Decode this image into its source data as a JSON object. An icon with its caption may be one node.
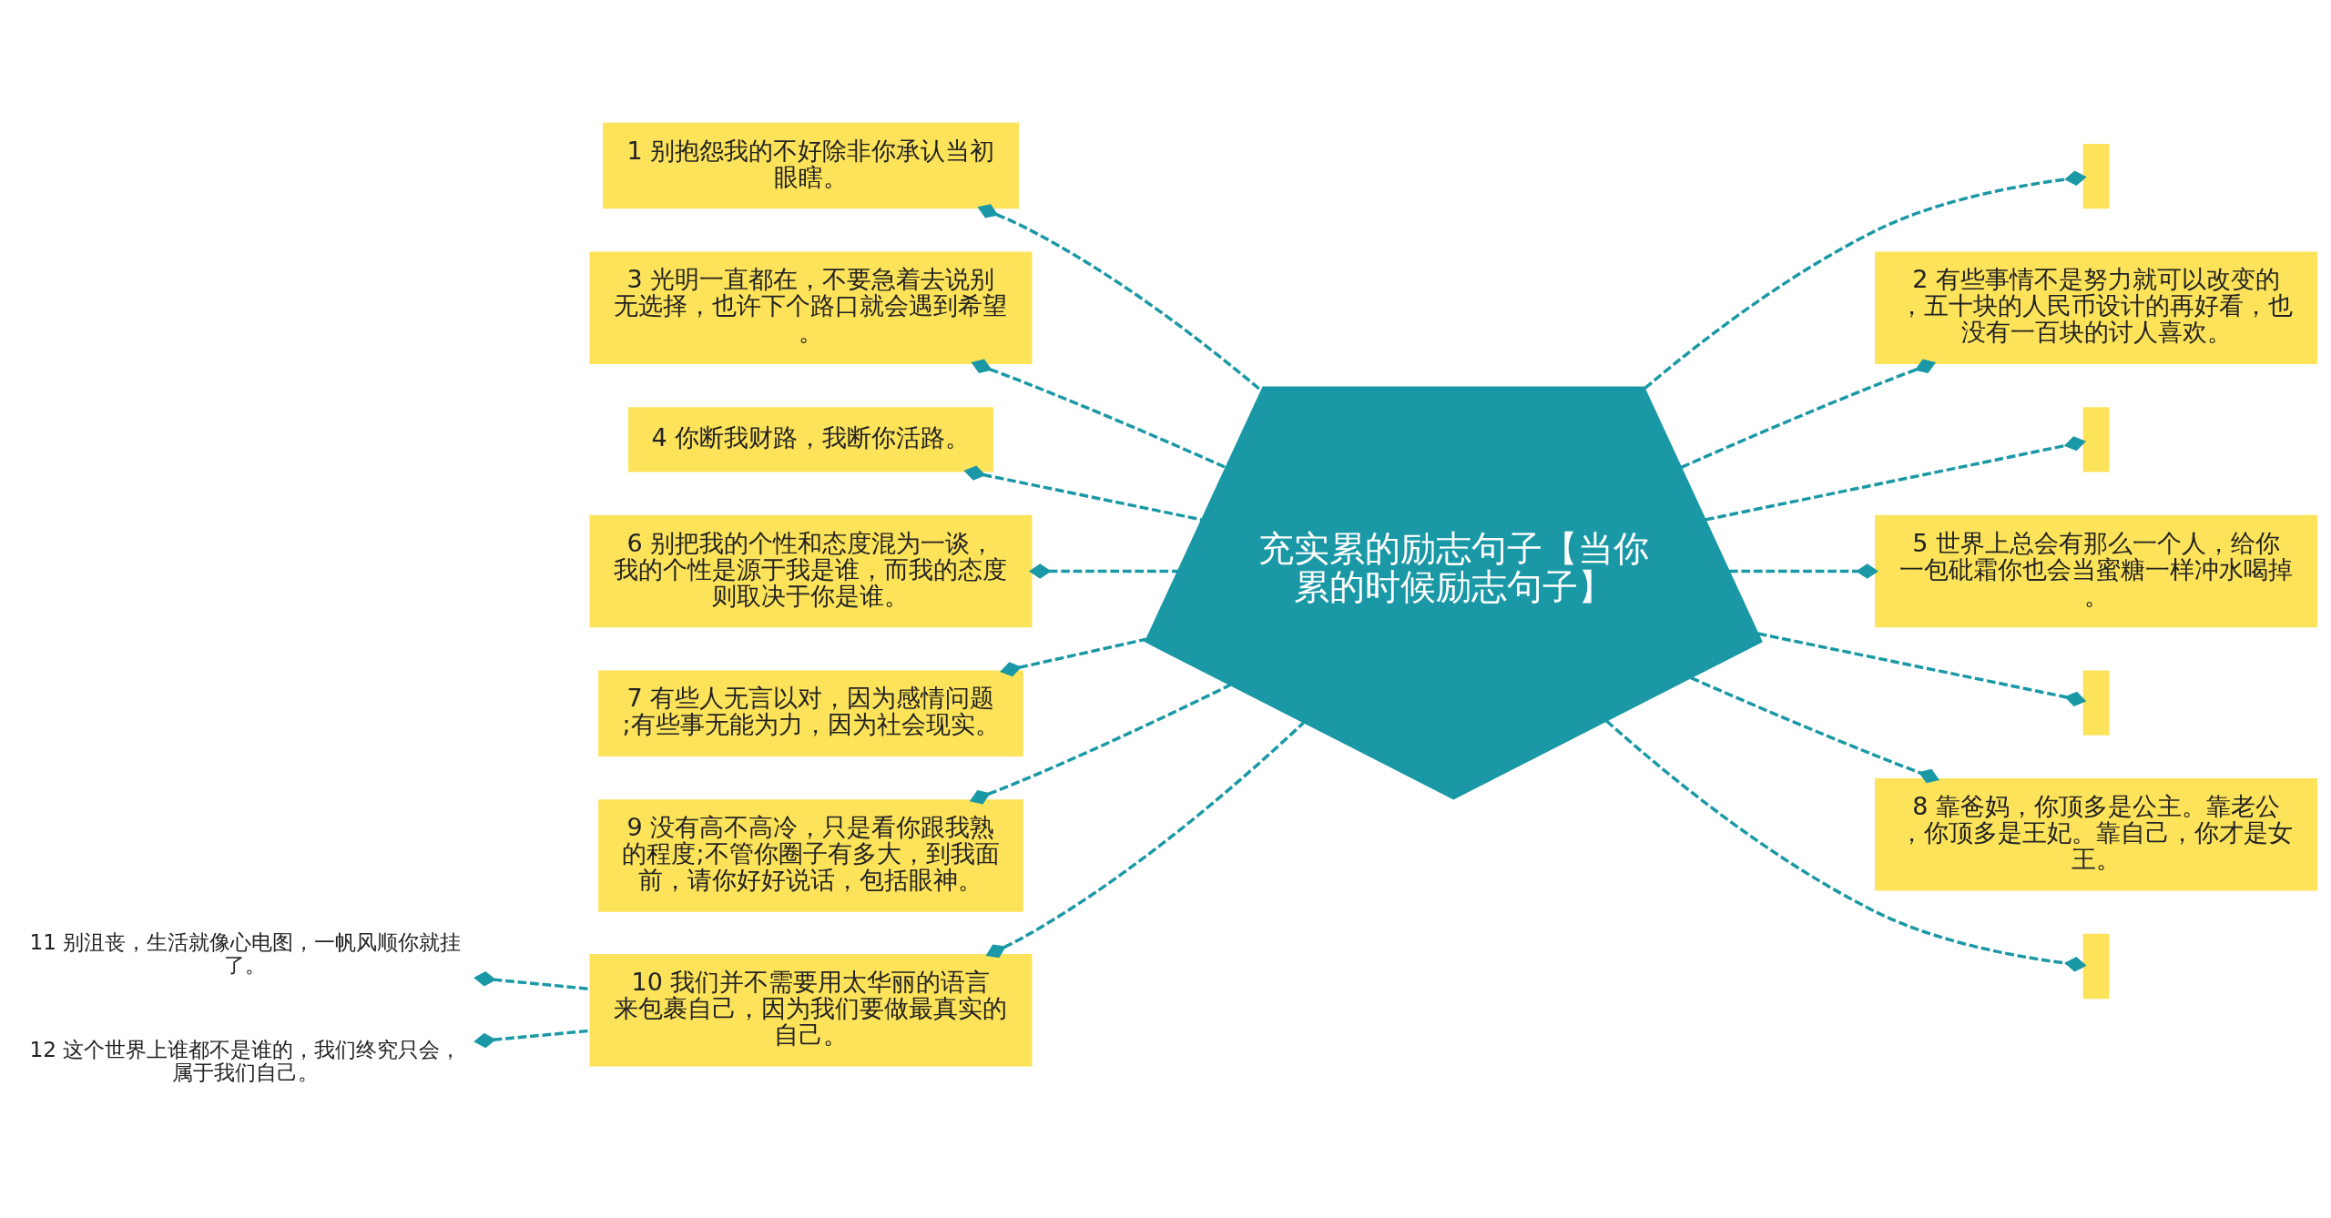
{
  "diagram": {
    "nodes": [
      {
        "text": [
          "充实累的励志句子【当你累的时候励志句子】"
        ]
      },
      {
        "text": [
          "1 别抱怨我的不好除非你承认当初眼瞎。"
        ]
      },
      {
        "text": [
          "3 光明一直都在，不要急着去说别无选择，也许下个路口就会遇到希望。"
        ]
      },
      {
        "text": [
          "4 你断我财路，我断你活路。"
        ]
      },
      {
        "text": [
          "6 别把我的个性和态度混为一谈，我的个性是源于我是谁，而我的态度则取决于你是谁。"
        ]
      },
      {
        "text": [
          "7 有些人无言以对，因为感情问题;有些事无能为力，因为社会现实。"
        ]
      },
      {
        "text": [
          "9 没有高不高冷，只是看你跟我熟的程度;不管你圈子有多大，到我面前，请你好好说话，包括眼神。"
        ]
      },
      {
        "text": [
          "10 我们并不需要用太华丽的语言来包裹自己，因为我们要做最真实的自己。"
        ]
      },
      {
        "text": [
          "11 别沮丧，生活就像心电图，一帆风顺你就挂了。"
        ]
      },
      {
        "text": [
          "12 这个世界上谁都不是谁的，我们终究只会，属于我们自己。"
        ]
      },
      {
        "text": [],
        "shape": "box"
      },
      {
        "text": [
          "2 有些事情不是努力就可以改变的，五十块的人民币设计的再好看，也没有一百块的讨人喜欢。"
        ]
      },
      {
        "text": [],
        "shape": "box"
      },
      {
        "text": [
          "5 世界上总会有那么一个人，给你一包砒霜你也会当蜜糖一样冲水喝掉。"
        ]
      },
      {
        "text": [],
        "shape": "box"
      },
      {
        "text": [
          "8 靠爸妈，你顶多是公主。靠老公，你顶多是王妃。靠自己，你才是女王。"
        ]
      },
      {
        "text": [],
        "shape": "box"
      }
    ],
    "edges": [
      {
        "from": 0,
        "to": 1,
        "arrow": "other",
        "style": "dashed"
      },
      {
        "from": 0,
        "to": 2,
        "arrow": "other",
        "style": "dashed"
      },
      {
        "from": 0,
        "to": 3,
        "arrow": "other",
        "style": "dashed"
      },
      {
        "from": 0,
        "to": 4,
        "arrow": "other",
        "style": "dashed"
      },
      {
        "from": 0,
        "to": 5,
        "arrow": "other",
        "style": "dashed"
      },
      {
        "from": 0,
        "to": 6,
        "arrow": "other",
        "style": "dashed"
      },
      {
        "from": 0,
        "to": 7,
        "arrow": "other",
        "style": "dashed"
      },
      {
        "from": 7,
        "to": 8,
        "arrow": "other",
        "style": "dashed"
      },
      {
        "from": 7,
        "to": 9,
        "arrow": "other",
        "style": "dashed"
      },
      {
        "from": 0,
        "to": 10,
        "arrow": "other",
        "style": "dashed"
      },
      {
        "from": 0,
        "to": 11,
        "arrow": "other",
        "style": "dashed"
      },
      {
        "from": 0,
        "to": 12,
        "arrow": "other",
        "style": "dashed"
      },
      {
        "from": 0,
        "to": 13,
        "arrow": "other",
        "style": "dashed"
      },
      {
        "from": 0,
        "to": 14,
        "arrow": "other",
        "style": "dashed"
      },
      {
        "from": 0,
        "to": 15,
        "arrow": "other",
        "style": "dashed"
      },
      {
        "from": 0,
        "to": 16,
        "arrow": "other",
        "style": "dashed"
      }
    ]
  }
}
